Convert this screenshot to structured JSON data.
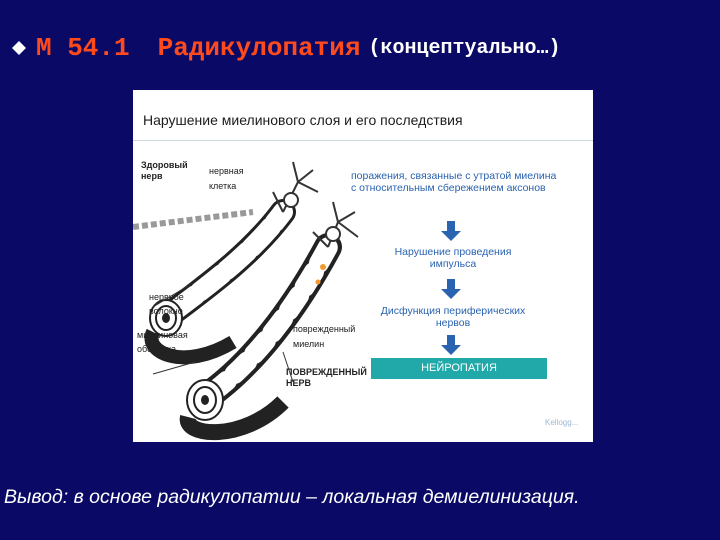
{
  "slide": {
    "bullet_icon": "diamond-bullet-icon",
    "code": "M 54.1",
    "heading": "Радикулопатия",
    "subheading": "(концептуально…)",
    "conclusion": "Вывод: в основе радикулопатии – локальная демиелинизация."
  },
  "panel": {
    "title": "Нарушение миелинового слоя и его последствия",
    "labels": {
      "healthy_nerve_line1": "Здоровый",
      "healthy_nerve_line2": "нерв",
      "nerve_cell_line1": "нервная",
      "nerve_cell_line2": "клетка",
      "nerve_fiber_line1": "нервное",
      "nerve_fiber_line2": "волокно",
      "myelin_sheath_line1": "миелиновая",
      "myelin_sheath_line2": "оболочка",
      "damaged_myelin_line1": "поврежденный",
      "damaged_myelin_line2": "миелин",
      "damaged_nerve_line1": "ПОВРЕЖДЕННЫЙ",
      "damaged_nerve_line2": "НЕРВ"
    },
    "flow": {
      "step1_line1": "поражения, связанные с утратой миелина",
      "step1_line2": "с относительным сбережением аксонов",
      "step2_line1": "Нарушение проведения",
      "step2_line2": "импульса",
      "step3_line1": "Дисфункция периферических",
      "step3_line2": "нервов",
      "result": "НЕЙРОПАТИЯ"
    },
    "watermark": "Kellogg...",
    "colors": {
      "flow_text": "#2a63b0",
      "arrow": "#2a63b0",
      "result_box": "#21a9a9",
      "title_accent": "#ff4a1c",
      "background": "#0a0a66"
    }
  }
}
